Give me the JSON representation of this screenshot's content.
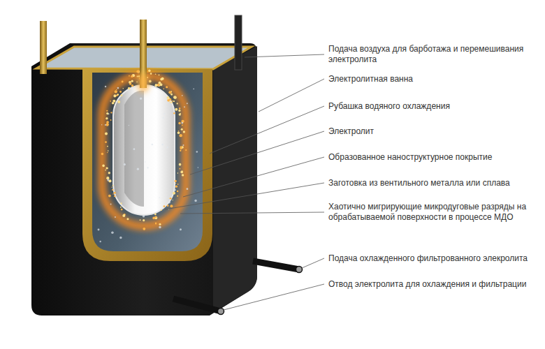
{
  "diagram": {
    "labels": [
      "Подача воздуха для барботажа и перемешивания электролита",
      "Электролитная ванна",
      "Рубашка водяного охлаждения",
      "Электролит",
      "Образованное наноструктурное покрытие",
      "Заготовка из вентильного металла или сплава",
      "Хаотично мигрирующие микродуговые разряды на обрабатываемой поверхности в процессе МДО",
      "Подача охлажденного фильтрованного элекролита",
      "Отвод электролита для охлаждения и фильтрации"
    ]
  }
}
